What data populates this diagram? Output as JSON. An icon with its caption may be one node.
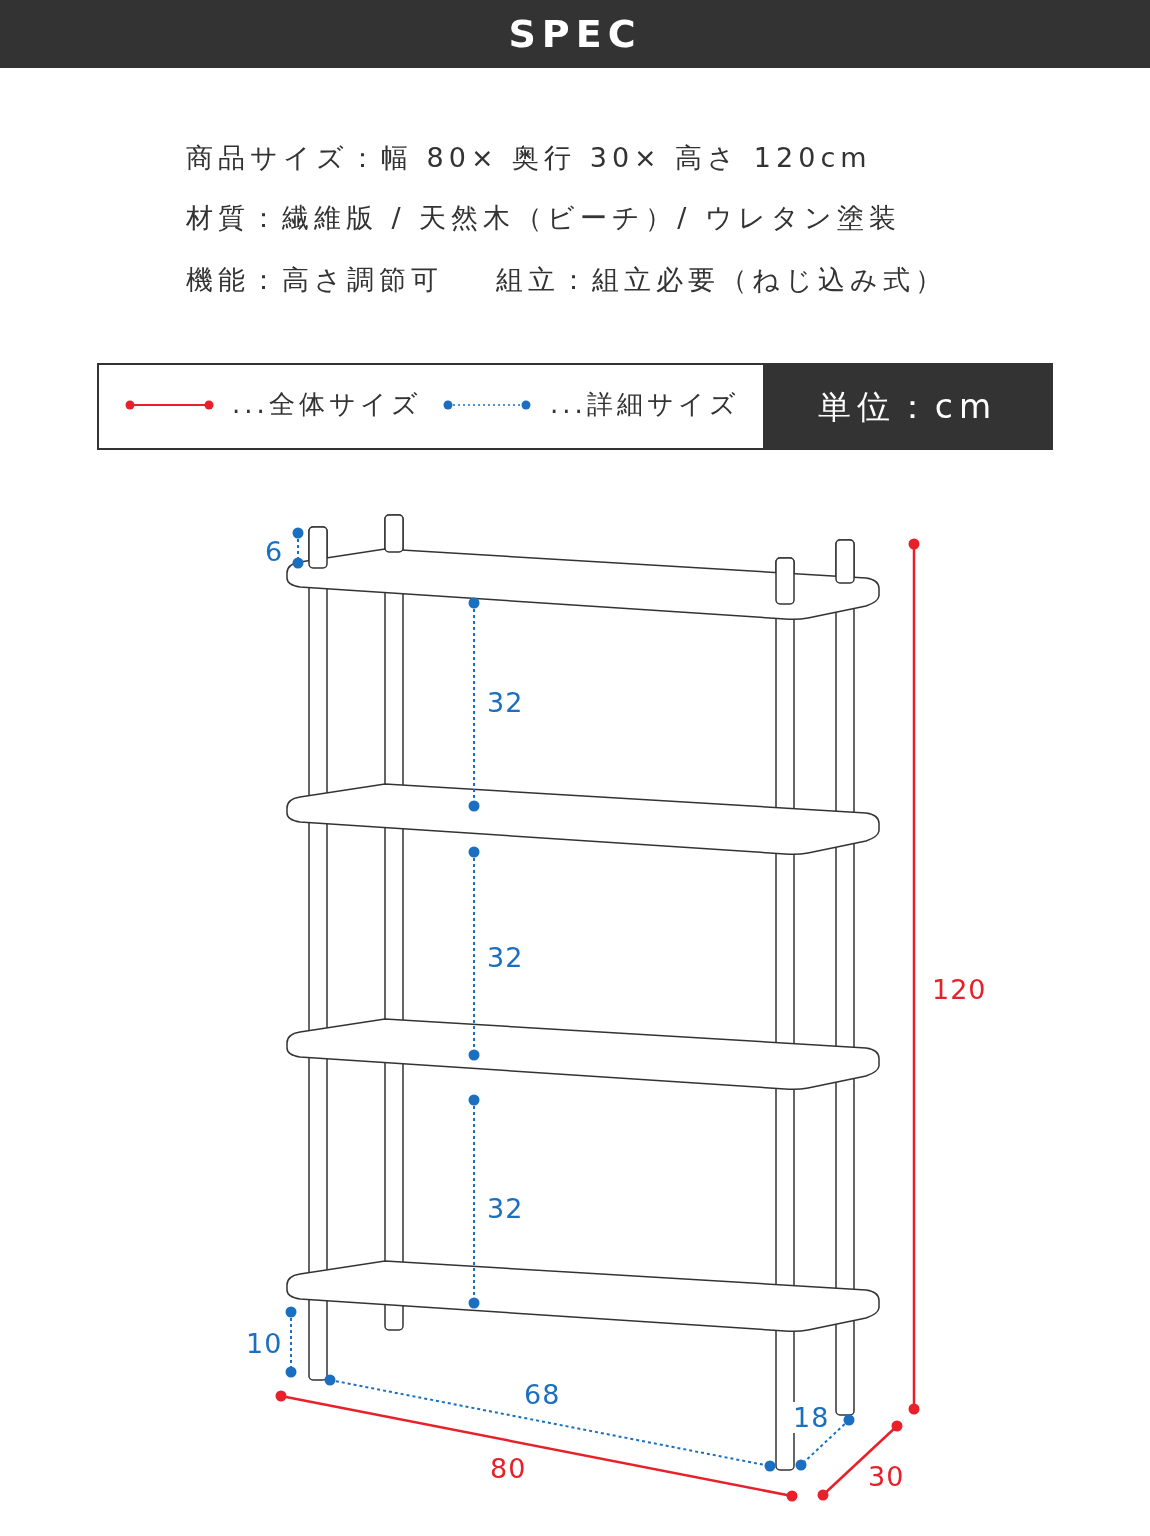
{
  "diagram": {
    "title": "SPEC",
    "labels": [
      "商品サイズ：幅 80× 奥行 30× 高さ 120cm",
      "材質：繊維版 / 天然木（ビーチ）/ ウレタン塗装",
      "機能：高さ調節可",
      "組立：組立必要（ねじ込み式）",
      "単位：cm",
      "6",
      "32",
      "32",
      "120",
      "32",
      "10",
      "68",
      "18",
      "80",
      "30"
    ],
    "legend": [
      {
        "text": "...全体サイズ"
      },
      {
        "text": "...詳細サイズ"
      }
    ]
  }
}
